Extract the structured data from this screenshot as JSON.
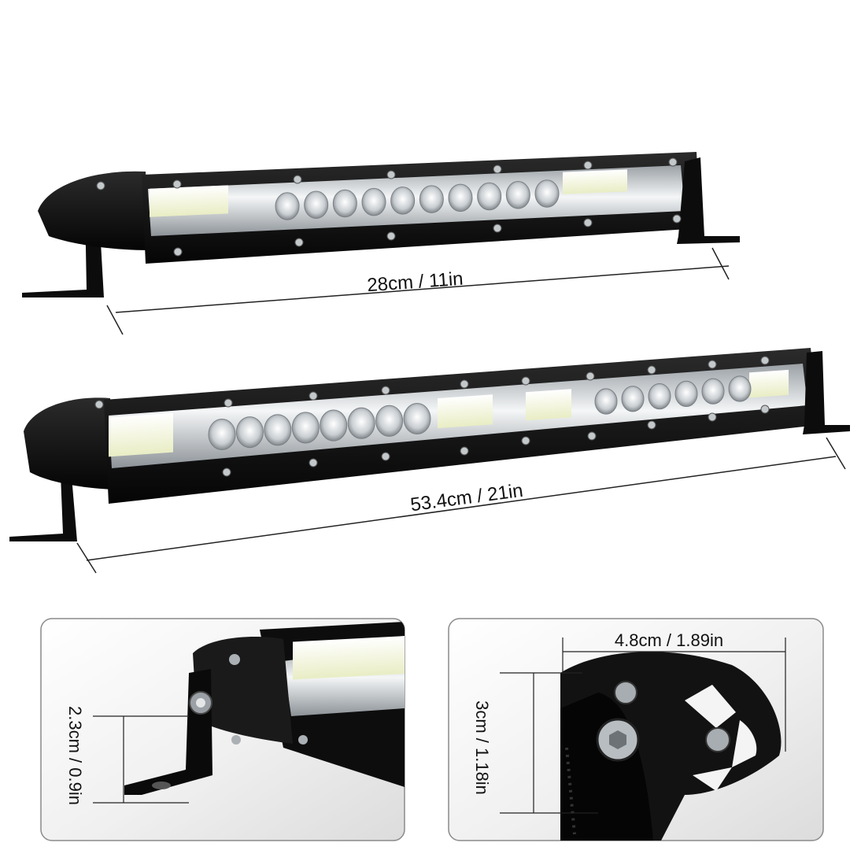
{
  "dimensions": {
    "short_bar_length": "28cm / 11in",
    "long_bar_length": "53.4cm / 21in",
    "height": "2.3cm / 0.9in",
    "bracket_width": "4.8cm / 1.89in",
    "bracket_height": "3cm / 1.18in"
  },
  "colors": {
    "housing": "#141414",
    "led_chip": "#f2f5d8",
    "reflector": "#d9dde0",
    "dimension_line": "#222222"
  }
}
